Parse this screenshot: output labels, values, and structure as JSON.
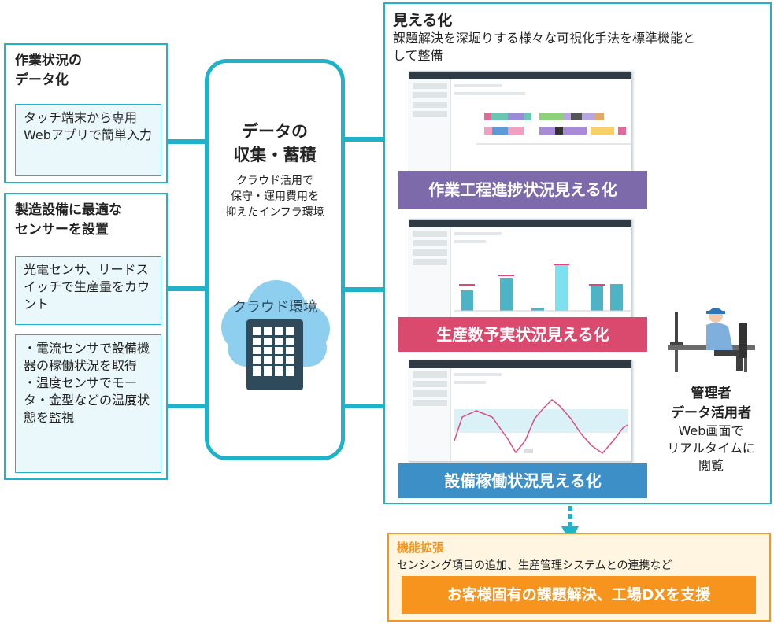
{
  "left": {
    "box1": {
      "title": "作業状況の\nデータ化",
      "text": "タッチ端末から専用Webアプリで簡単入力"
    },
    "box2": {
      "title": "製造設備に最適な\nセンサーを設置",
      "item1": "光電センサ、リードスイッチで生産量をカウント",
      "item2": "・電流センサで設備機器の稼働状況を取得\n・温度センサでモータ・金型などの温度状態を監視"
    }
  },
  "center": {
    "title": "データの\n収集・蓄積",
    "subtitle": "クラウド活用で\n保守・運用費用を\n抑えたインフラ環境",
    "cloud_label": "クラウド環境",
    "cloud_icon": "cloud-server-icon"
  },
  "right": {
    "title": "見える化",
    "desc": "課題解決を深堀りする様々な可視化手法を標準機能と\nして整備",
    "panels": [
      {
        "label": "作業工程進捗状況見える化",
        "color": "#7d6aaa"
      },
      {
        "label": "生産数予実状況見える化",
        "color": "#d94a6e"
      },
      {
        "label": "設備稼働状況見える化",
        "color": "#3d8fc7"
      }
    ]
  },
  "person": {
    "role1": "管理者",
    "role2": "データ活用者",
    "desc": "Web画面で\nリアルタイムに\n閲覧",
    "icon": "manager-at-desk-icon"
  },
  "extension": {
    "title": "機能拡張",
    "desc": "センシング項目の追加、生産管理システムとの連携など",
    "banner": "お客様固有の課題解決、工場DXを支援",
    "accent": "#f7941d"
  },
  "colors": {
    "teal": "#1fb2c9",
    "orange": "#f7941d",
    "orange_bg": "#fff5e0"
  }
}
